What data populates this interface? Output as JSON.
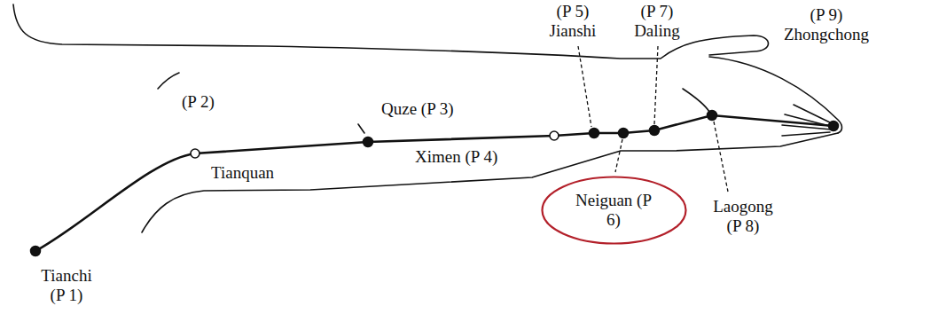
{
  "diagram": {
    "nodes": [
      {
        "text": [
          "Neiguan (P 6)"
        ]
      }
    ],
    "labels": [
      "(P 5) Jianshi",
      "(P 7) Daling",
      "(P 9) Zhongchong",
      "(P 2)",
      "Quze (P 3)",
      "Tianquan",
      "Ximen (P 4)",
      "Laogong (P 8)",
      "Tianchi (P 1)"
    ]
  }
}
